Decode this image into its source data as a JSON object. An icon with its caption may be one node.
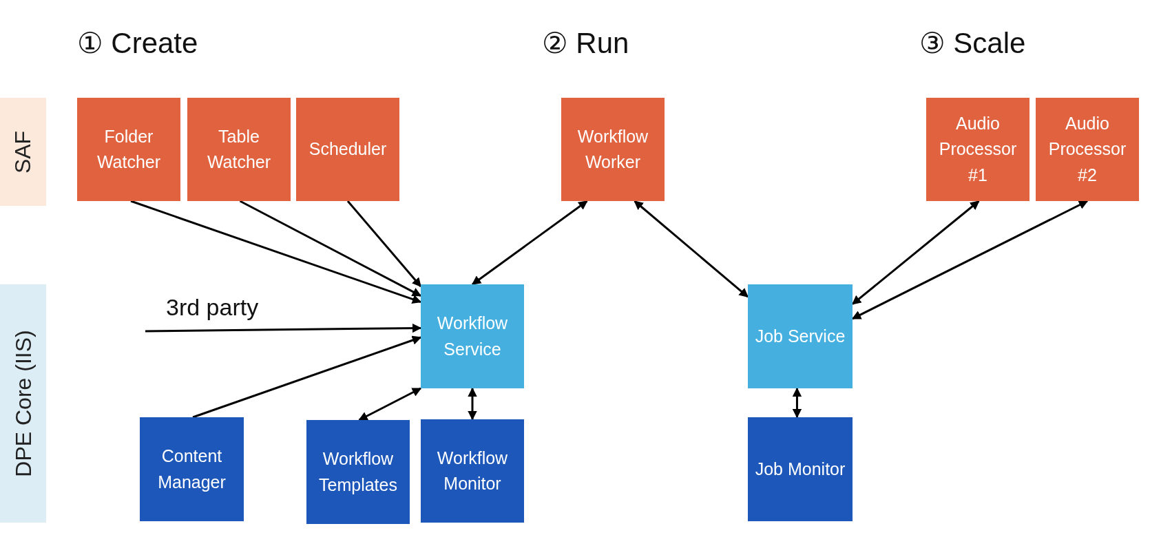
{
  "diagram": {
    "nodes": [
      {
        "text": [
          "SAF"
        ]
      },
      {
        "text": [
          "DPE Core (IIS)"
        ]
      },
      {
        "text": [
          "Folder Watcher"
        ]
      },
      {
        "text": [
          "Table Watcher"
        ]
      },
      {
        "text": [
          "Scheduler"
        ]
      },
      {
        "text": [
          "Workflow Worker"
        ]
      },
      {
        "text": [
          "Audio Processor #1"
        ]
      },
      {
        "text": [
          "Audio Processor #2"
        ]
      },
      {
        "text": [
          "Workflow Service"
        ]
      },
      {
        "text": [
          "Job Service"
        ]
      },
      {
        "text": [
          "Content Manager"
        ]
      },
      {
        "text": [
          "Workflow Templates"
        ]
      },
      {
        "text": [
          "Workflow Monitor"
        ]
      },
      {
        "text": [
          "Job Monitor"
        ]
      }
    ],
    "edges": [
      {
        "from": 2,
        "to": 8,
        "arrow": "to"
      },
      {
        "from": 3,
        "to": 8,
        "arrow": "to"
      },
      {
        "from": 4,
        "to": 8,
        "arrow": "to"
      },
      {
        "from": null,
        "to": 8,
        "arrow": "to",
        "label": "3rd party"
      },
      {
        "from": 10,
        "to": 8,
        "arrow": "to"
      },
      {
        "from": 8,
        "to": 5,
        "arrow": "both"
      },
      {
        "from": 5,
        "to": 9,
        "arrow": "both"
      },
      {
        "from": 9,
        "to": 6,
        "arrow": "both"
      },
      {
        "from": 9,
        "to": 7,
        "arrow": "both"
      },
      {
        "from": 8,
        "to": 11,
        "arrow": "both"
      },
      {
        "from": 8,
        "to": 12,
        "arrow": "both"
      },
      {
        "from": 9,
        "to": 13,
        "arrow": "both"
      }
    ],
    "labels": [
      "① Create",
      "② Run",
      "③ Scale"
    ]
  }
}
